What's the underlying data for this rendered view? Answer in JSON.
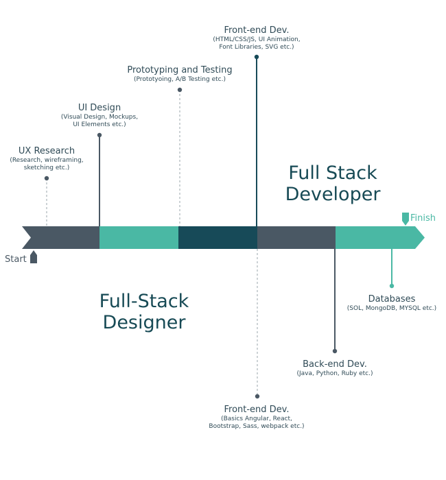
{
  "colors": {
    "slate": "#4a5864",
    "teal": "#4ab8a4",
    "dark_teal": "#174a58",
    "line_dark": "#2f4a56",
    "text": "#2f4a56"
  },
  "start_label": "Start",
  "finish_label": "Finish",
  "headings": {
    "full_stack_developer": [
      "Full Stack",
      "Developer"
    ],
    "full_stack_designer": [
      "Full-Stack",
      "Designer"
    ]
  },
  "milestones": [
    {
      "id": "ux-research",
      "title": "UX Research",
      "details": [
        "(Research, wireframing,",
        "sketching etc.)"
      ]
    },
    {
      "id": "ui-design",
      "title": "UI Design",
      "details": [
        "(Visual Design, Mockups,",
        "UI Elements etc.)"
      ]
    },
    {
      "id": "prototyping-testing",
      "title": "Prototyping and Testing",
      "details": [
        "(Prototyoing, A/B Testing etc.)"
      ]
    },
    {
      "id": "front-end-dev-top",
      "title": "Front-end Dev.",
      "details": [
        "(HTML/CSS/JS, UI Animation,",
        "Font Libraries, SVG etc.)"
      ]
    },
    {
      "id": "front-end-dev-bottom",
      "title": "Front-end Dev.",
      "details": [
        "(Basics Angular, React,",
        "Bootstrap, Sass, webpack etc.)"
      ]
    },
    {
      "id": "back-end-dev",
      "title": "Back-end Dev.",
      "details": [
        "(Java, Python, Ruby etc.)"
      ]
    },
    {
      "id": "databases",
      "title": "Databases",
      "details": [
        "(SOL, MongoDB, MYSQL etc.)"
      ]
    }
  ]
}
